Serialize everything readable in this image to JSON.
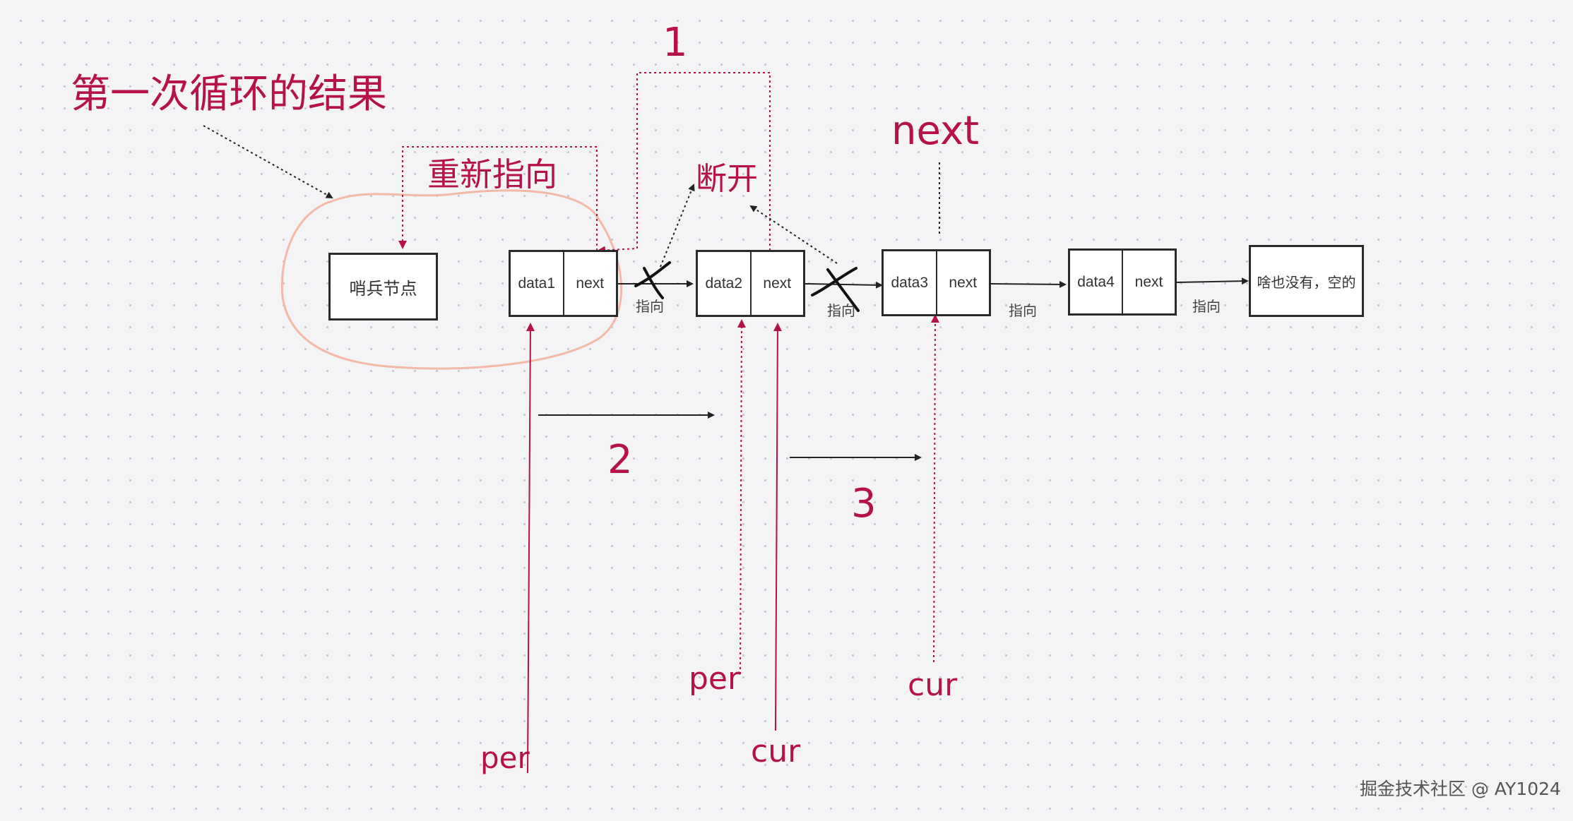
{
  "title": "第一次循环的结果",
  "annotations": {
    "redirect": "重新指向",
    "break": "断开",
    "next_top": "next",
    "step1": "1",
    "step2": "2",
    "step3": "3"
  },
  "nodes": {
    "sentinel": "哨兵节点",
    "node1": {
      "data": "data1",
      "next": "next"
    },
    "node2": {
      "data": "data2",
      "next": "next"
    },
    "node3": {
      "data": "data3",
      "next": "next"
    },
    "node4": {
      "data": "data4",
      "next": "next"
    },
    "empty": "啥也没有，空的"
  },
  "edge_labels": [
    "指向",
    "指向",
    "指向",
    "指向"
  ],
  "pointers": {
    "per_first": "per",
    "per_second": "per",
    "cur_first": "cur",
    "cur_second": "cur"
  },
  "watermark": "掘金技术社区 @ AY1024",
  "colors": {
    "accent": "#b5124a",
    "highlight_circle": "#f4b9a6",
    "box_border": "#2a2a2a"
  }
}
